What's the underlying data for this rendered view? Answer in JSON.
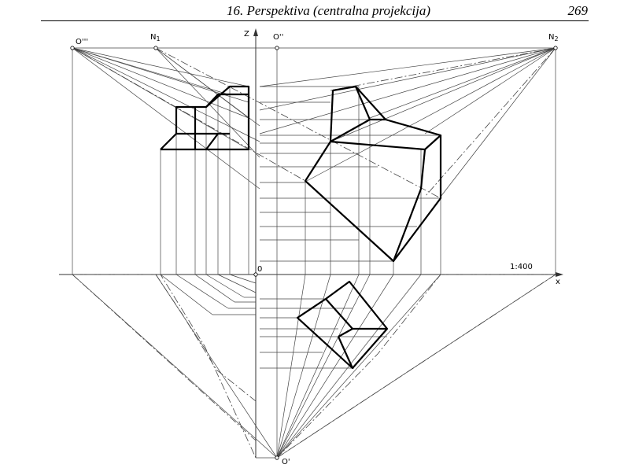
{
  "header": {
    "title": "16. Perspektiva (centralna projekcija)",
    "page_number": "269"
  },
  "labels": {
    "o_triple": "O'''",
    "n1": "N",
    "n1_sub": "1",
    "n2": "N",
    "n2_sub": "2",
    "z_axis": "Z",
    "o_double": "O''",
    "origin": "0",
    "scale": "1:400",
    "x_axis": "x",
    "o_single": "O'"
  }
}
